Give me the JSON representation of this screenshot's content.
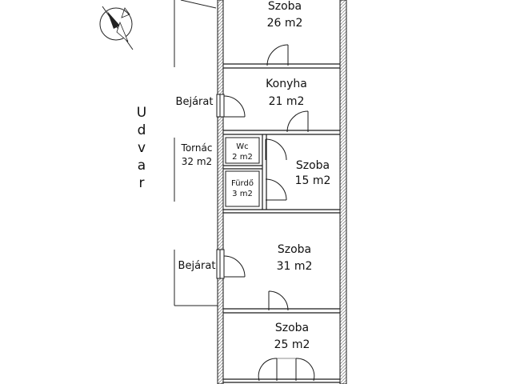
{
  "rooms": [
    {
      "id": "szoba1",
      "name": "Szoba",
      "area": "26 m2"
    },
    {
      "id": "konyha",
      "name": "Konyha",
      "area": "21 m2"
    },
    {
      "id": "szoba2",
      "name": "Szoba",
      "area": "15 m2"
    },
    {
      "id": "szoba3",
      "name": "Szoba",
      "area": "31 m2"
    },
    {
      "id": "szoba4",
      "name": "Szoba",
      "area": "25 m2"
    },
    {
      "id": "wc",
      "name": "Wc",
      "area": "2 m2"
    },
    {
      "id": "furdo",
      "name": "Fürdő",
      "area": "3 m2"
    },
    {
      "id": "tornac",
      "name": "Tornác",
      "area": "32 m2"
    }
  ],
  "labels": {
    "entrance_top": "Bejárat",
    "entrance_bottom": "Bejárat",
    "yard": "Udvar"
  },
  "colors": {
    "wall": "#1a1a1a",
    "hatch": "#9a9a9a",
    "background": "#ffffff"
  },
  "icons": {
    "compass": "north-arrow-icon"
  }
}
